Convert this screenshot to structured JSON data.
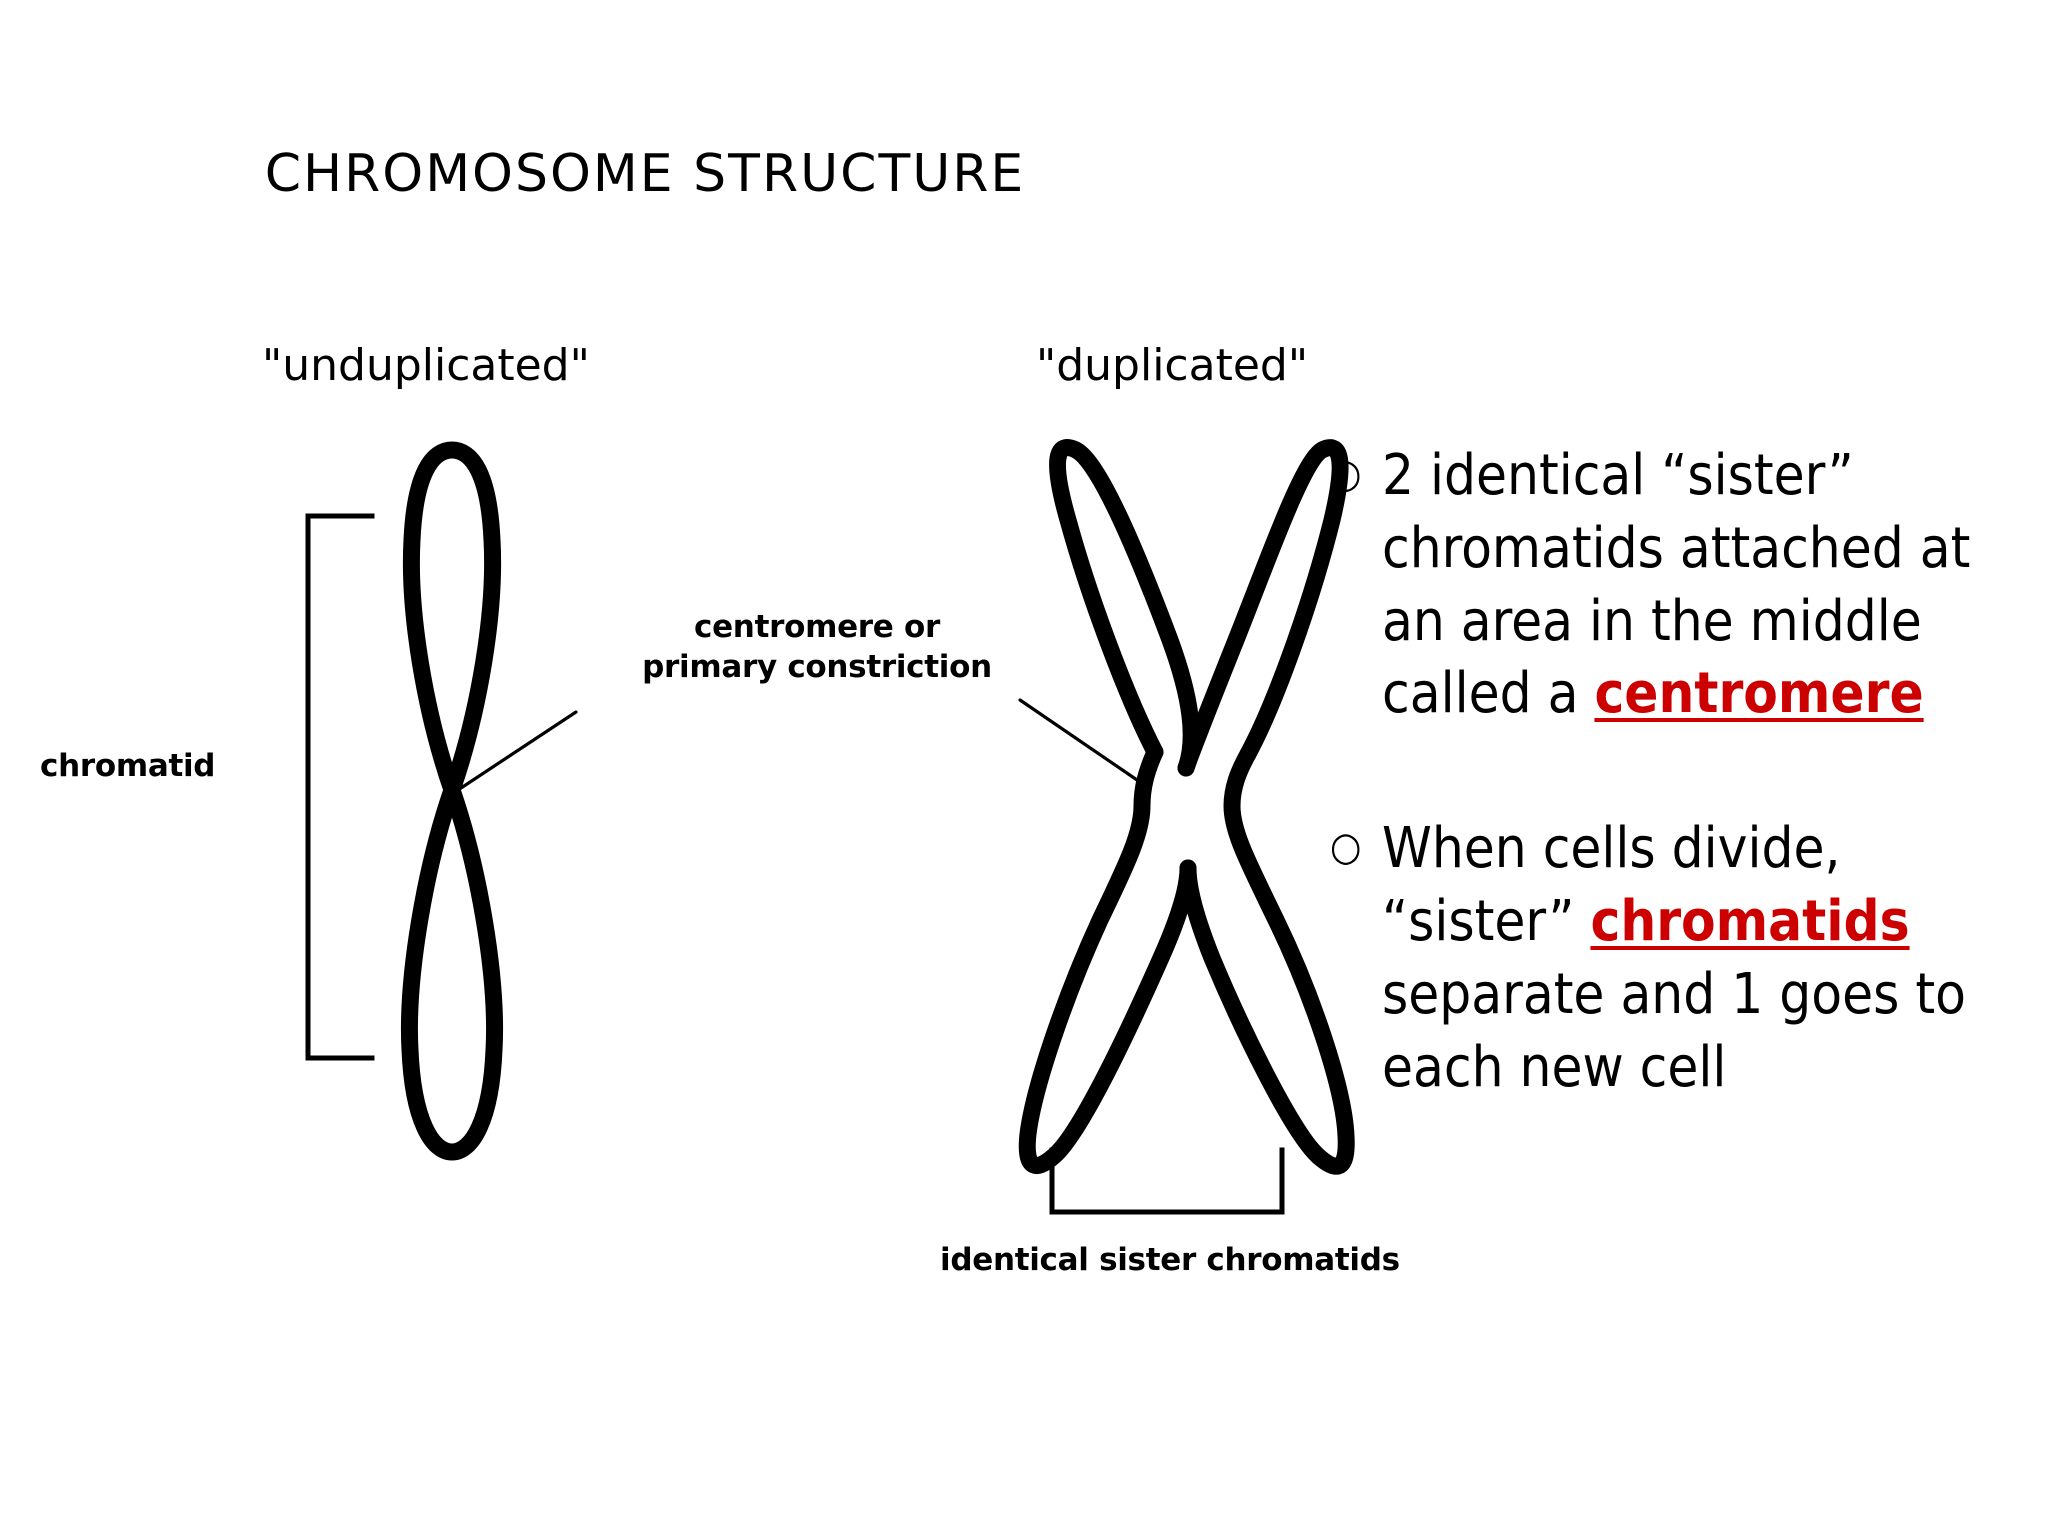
{
  "slide": {
    "title": "CHROMOSOME STRUCTURE",
    "background_color": "#FFFFFF",
    "ink_color": "#000000",
    "accent_color": "#CC0000"
  },
  "diagram": {
    "left_column_label": "\"unduplicated\"",
    "right_column_label": "\"duplicated\"",
    "chromatid_bracket_label": "chromatid",
    "centromere_label_line1": "centromere or",
    "centromere_label_line2": "primary constriction",
    "sister_chromatids_bracket_label": "identical sister chromatids"
  },
  "bullets": [
    {
      "marker": "○",
      "segments": [
        {
          "text": "2 identical “sister” chromatids attached at an area in the middle called a ",
          "style": "normal"
        },
        {
          "text": "centromere",
          "style": "keyword"
        }
      ]
    },
    {
      "marker": "○",
      "segments": [
        {
          "text": "When cells divide, “sister” ",
          "style": "normal"
        },
        {
          "text": "chromatids",
          "style": "keyword"
        },
        {
          "text": " separate and 1 goes to each new cell",
          "style": "normal"
        }
      ]
    }
  ]
}
